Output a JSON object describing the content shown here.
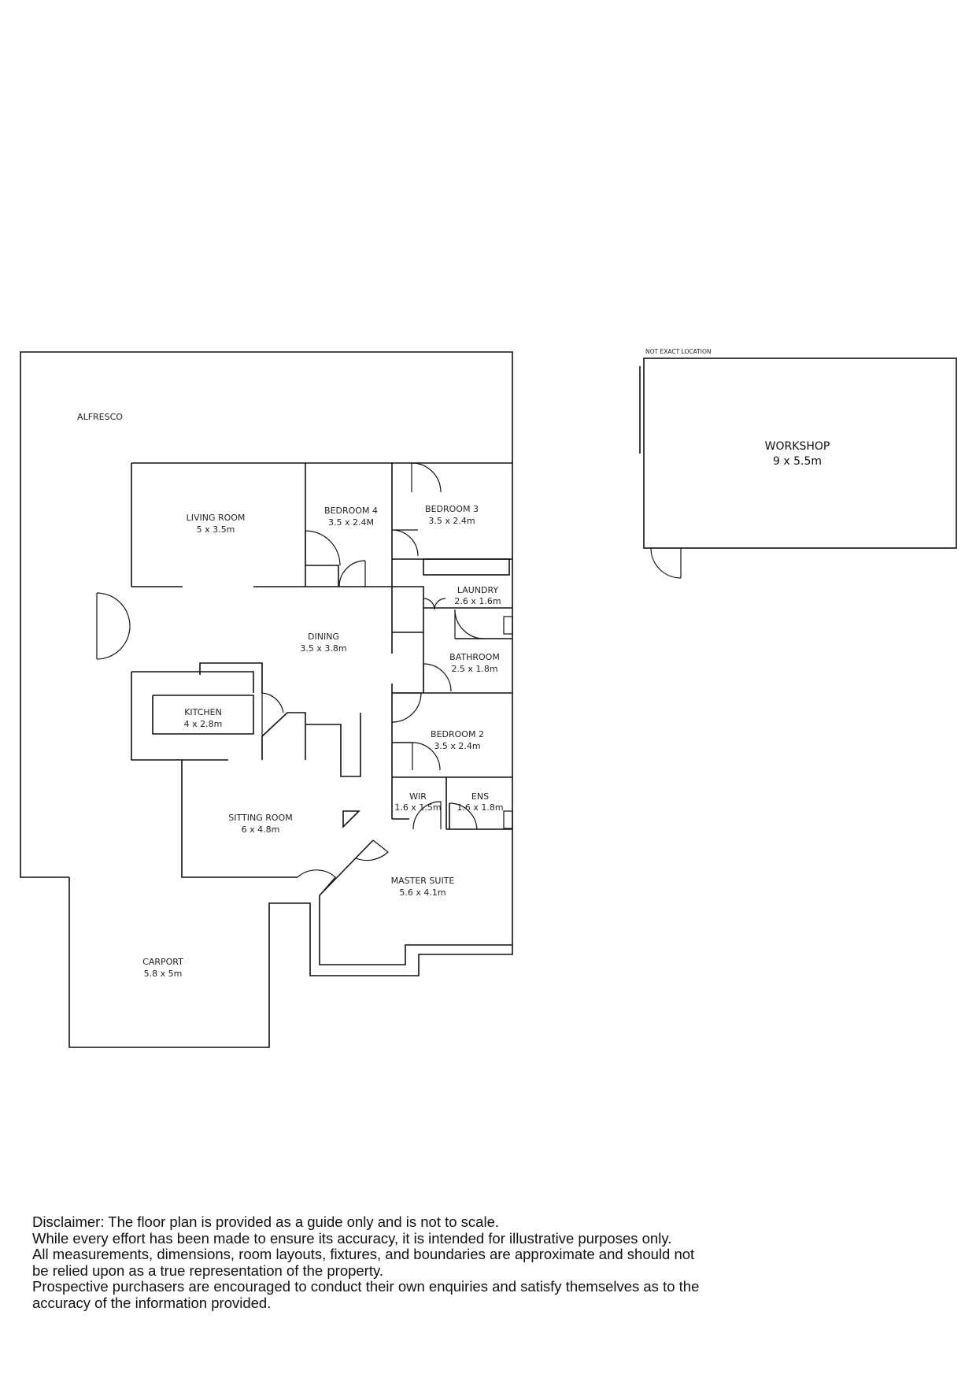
{
  "rooms": {
    "alfresco": {
      "name": "ALFRESCO"
    },
    "living_room": {
      "name": "LIVING ROOM",
      "size": "5 x 3.5m"
    },
    "bedroom4": {
      "name": "BEDROOM 4",
      "size": "3.5 x 2.4M"
    },
    "bedroom3": {
      "name": "BEDROOM 3",
      "size": "3.5 x 2.4m"
    },
    "laundry": {
      "name": "LAUNDRY",
      "size": "2.6 x 1.6m"
    },
    "dining": {
      "name": "DINING",
      "size": "3.5 x 3.8m"
    },
    "bathroom": {
      "name": "BATHROOM",
      "size": "2.5 x 1.8m"
    },
    "kitchen": {
      "name": "KITCHEN",
      "size": "4 x 2.8m"
    },
    "bedroom2": {
      "name": "BEDROOM 2",
      "size": "3.5 x 2.4m"
    },
    "wir": {
      "name": "WIR",
      "size": "1.6 x 1.5m"
    },
    "ens": {
      "name": "ENS",
      "size": "1.6 x 1.8m"
    },
    "sitting_room": {
      "name": "SITTING ROOM",
      "size": "6 x 4.8m"
    },
    "master_suite": {
      "name": "MASTER SUITE",
      "size": "5.6 x 4.1m"
    },
    "carport": {
      "name": "CARPORT",
      "size": "5.8 x 5m"
    },
    "workshop": {
      "name": "WORKSHOP",
      "size": "9 x 5.5m",
      "note": "NOT EXACT LOCATION"
    }
  },
  "disclaimer": {
    "lines": [
      "Disclaimer: The floor plan is provided as a guide only and is not to scale.",
      "While every effort has been made to ensure its accuracy, it is intended for illustrative purposes only.",
      "All measurements, dimensions, room layouts, fixtures, and boundaries are approximate and should not",
      "be relied upon as a true representation of the property.",
      "Prospective purchasers are encouraged to conduct their own enquiries and satisfy themselves as to the",
      "accuracy of the information provided."
    ]
  }
}
